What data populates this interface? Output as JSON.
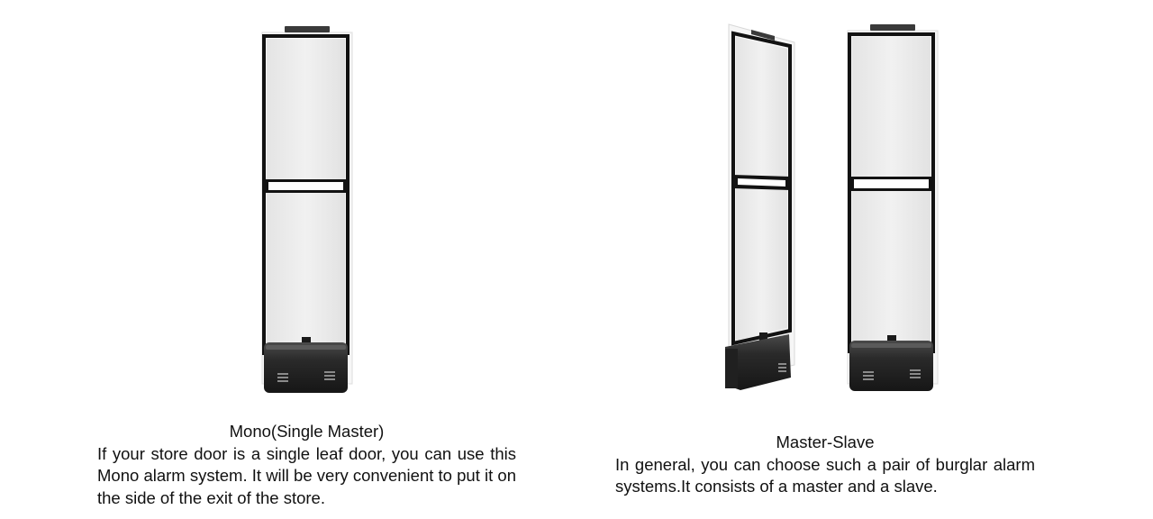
{
  "mono": {
    "title": "Mono(Single Master)",
    "description": "If your store door is a single leaf door, you can use this Mono alarm system. It will be very convenient to put it on the side of the exit of the store."
  },
  "master_slave": {
    "title": "Master-Slave",
    "description": "In general, you can choose such a pair of burglar alarm systems.It consists of a master and a slave."
  }
}
